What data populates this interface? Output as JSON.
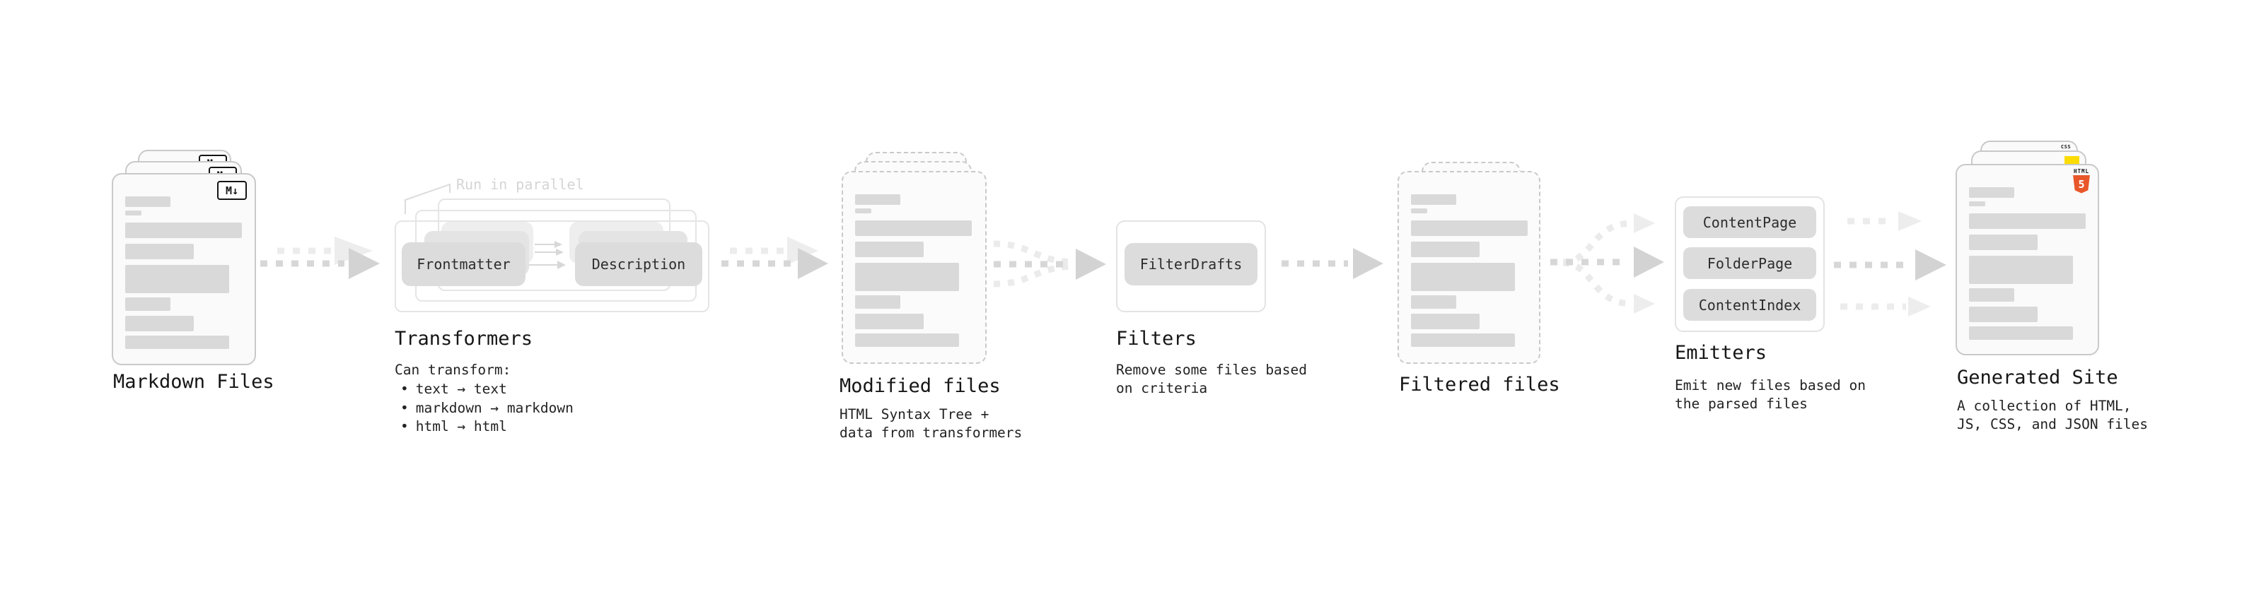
{
  "diagram": {
    "markdown": {
      "title": "Markdown Files",
      "icon": "M↓"
    },
    "transformers": {
      "note": "Run in parallel",
      "left_pill": "Frontmatter",
      "right_pill": "Description",
      "title": "Transformers",
      "desc_heading": "Can transform:",
      "bullet": "•",
      "bullets": [
        "text → text",
        "markdown → markdown",
        "html → html"
      ]
    },
    "modified": {
      "title": "Modified files",
      "desc_lines": [
        "HTML Syntax Tree +",
        "data from transformers"
      ]
    },
    "filters": {
      "pill": "FilterDrafts",
      "title": "Filters",
      "desc_lines": [
        "Remove some files based",
        "on criteria"
      ]
    },
    "filtered": {
      "title": "Filtered files"
    },
    "emitters": {
      "pills": [
        "ContentPage",
        "FolderPage",
        "ContentIndex"
      ],
      "title": "Emitters",
      "desc_lines": [
        "Emit new files based on",
        "the parsed files"
      ]
    },
    "generated": {
      "title": "Generated Site",
      "desc_lines": [
        "A collection of HTML,",
        "JS, CSS, and JSON files"
      ],
      "html5_badge_top": "HTML",
      "html5_badge_number": "5",
      "css_badge": "CSS"
    }
  },
  "colors": {
    "html5_orange": "#e8572a",
    "js_yellow": "#fcdc00",
    "css_blue": "#2d6ae3",
    "bar_gray": "#d9d9d9",
    "arrow_gray": "#d7d7d7",
    "note_gray": "#d5d5d5"
  }
}
